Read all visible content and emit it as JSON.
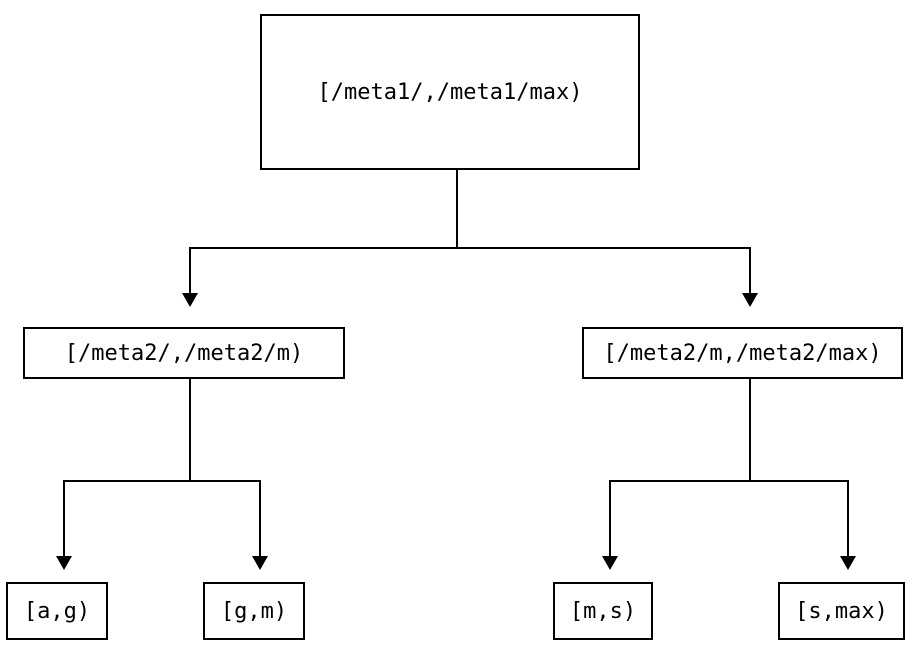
{
  "colors": {
    "ink": "#000000",
    "background": "#ffffff"
  },
  "tree": {
    "root": {
      "label": "[/meta1/,/meta1/max)"
    },
    "children": [
      {
        "label": "[/meta2/,/meta2/m)"
      },
      {
        "label": "[/meta2/m,/meta2/max)"
      }
    ],
    "leaves": [
      {
        "label": "[a,g)"
      },
      {
        "label": "[g,m)"
      },
      {
        "label": "[m,s)"
      },
      {
        "label": "[s,max)"
      }
    ]
  }
}
